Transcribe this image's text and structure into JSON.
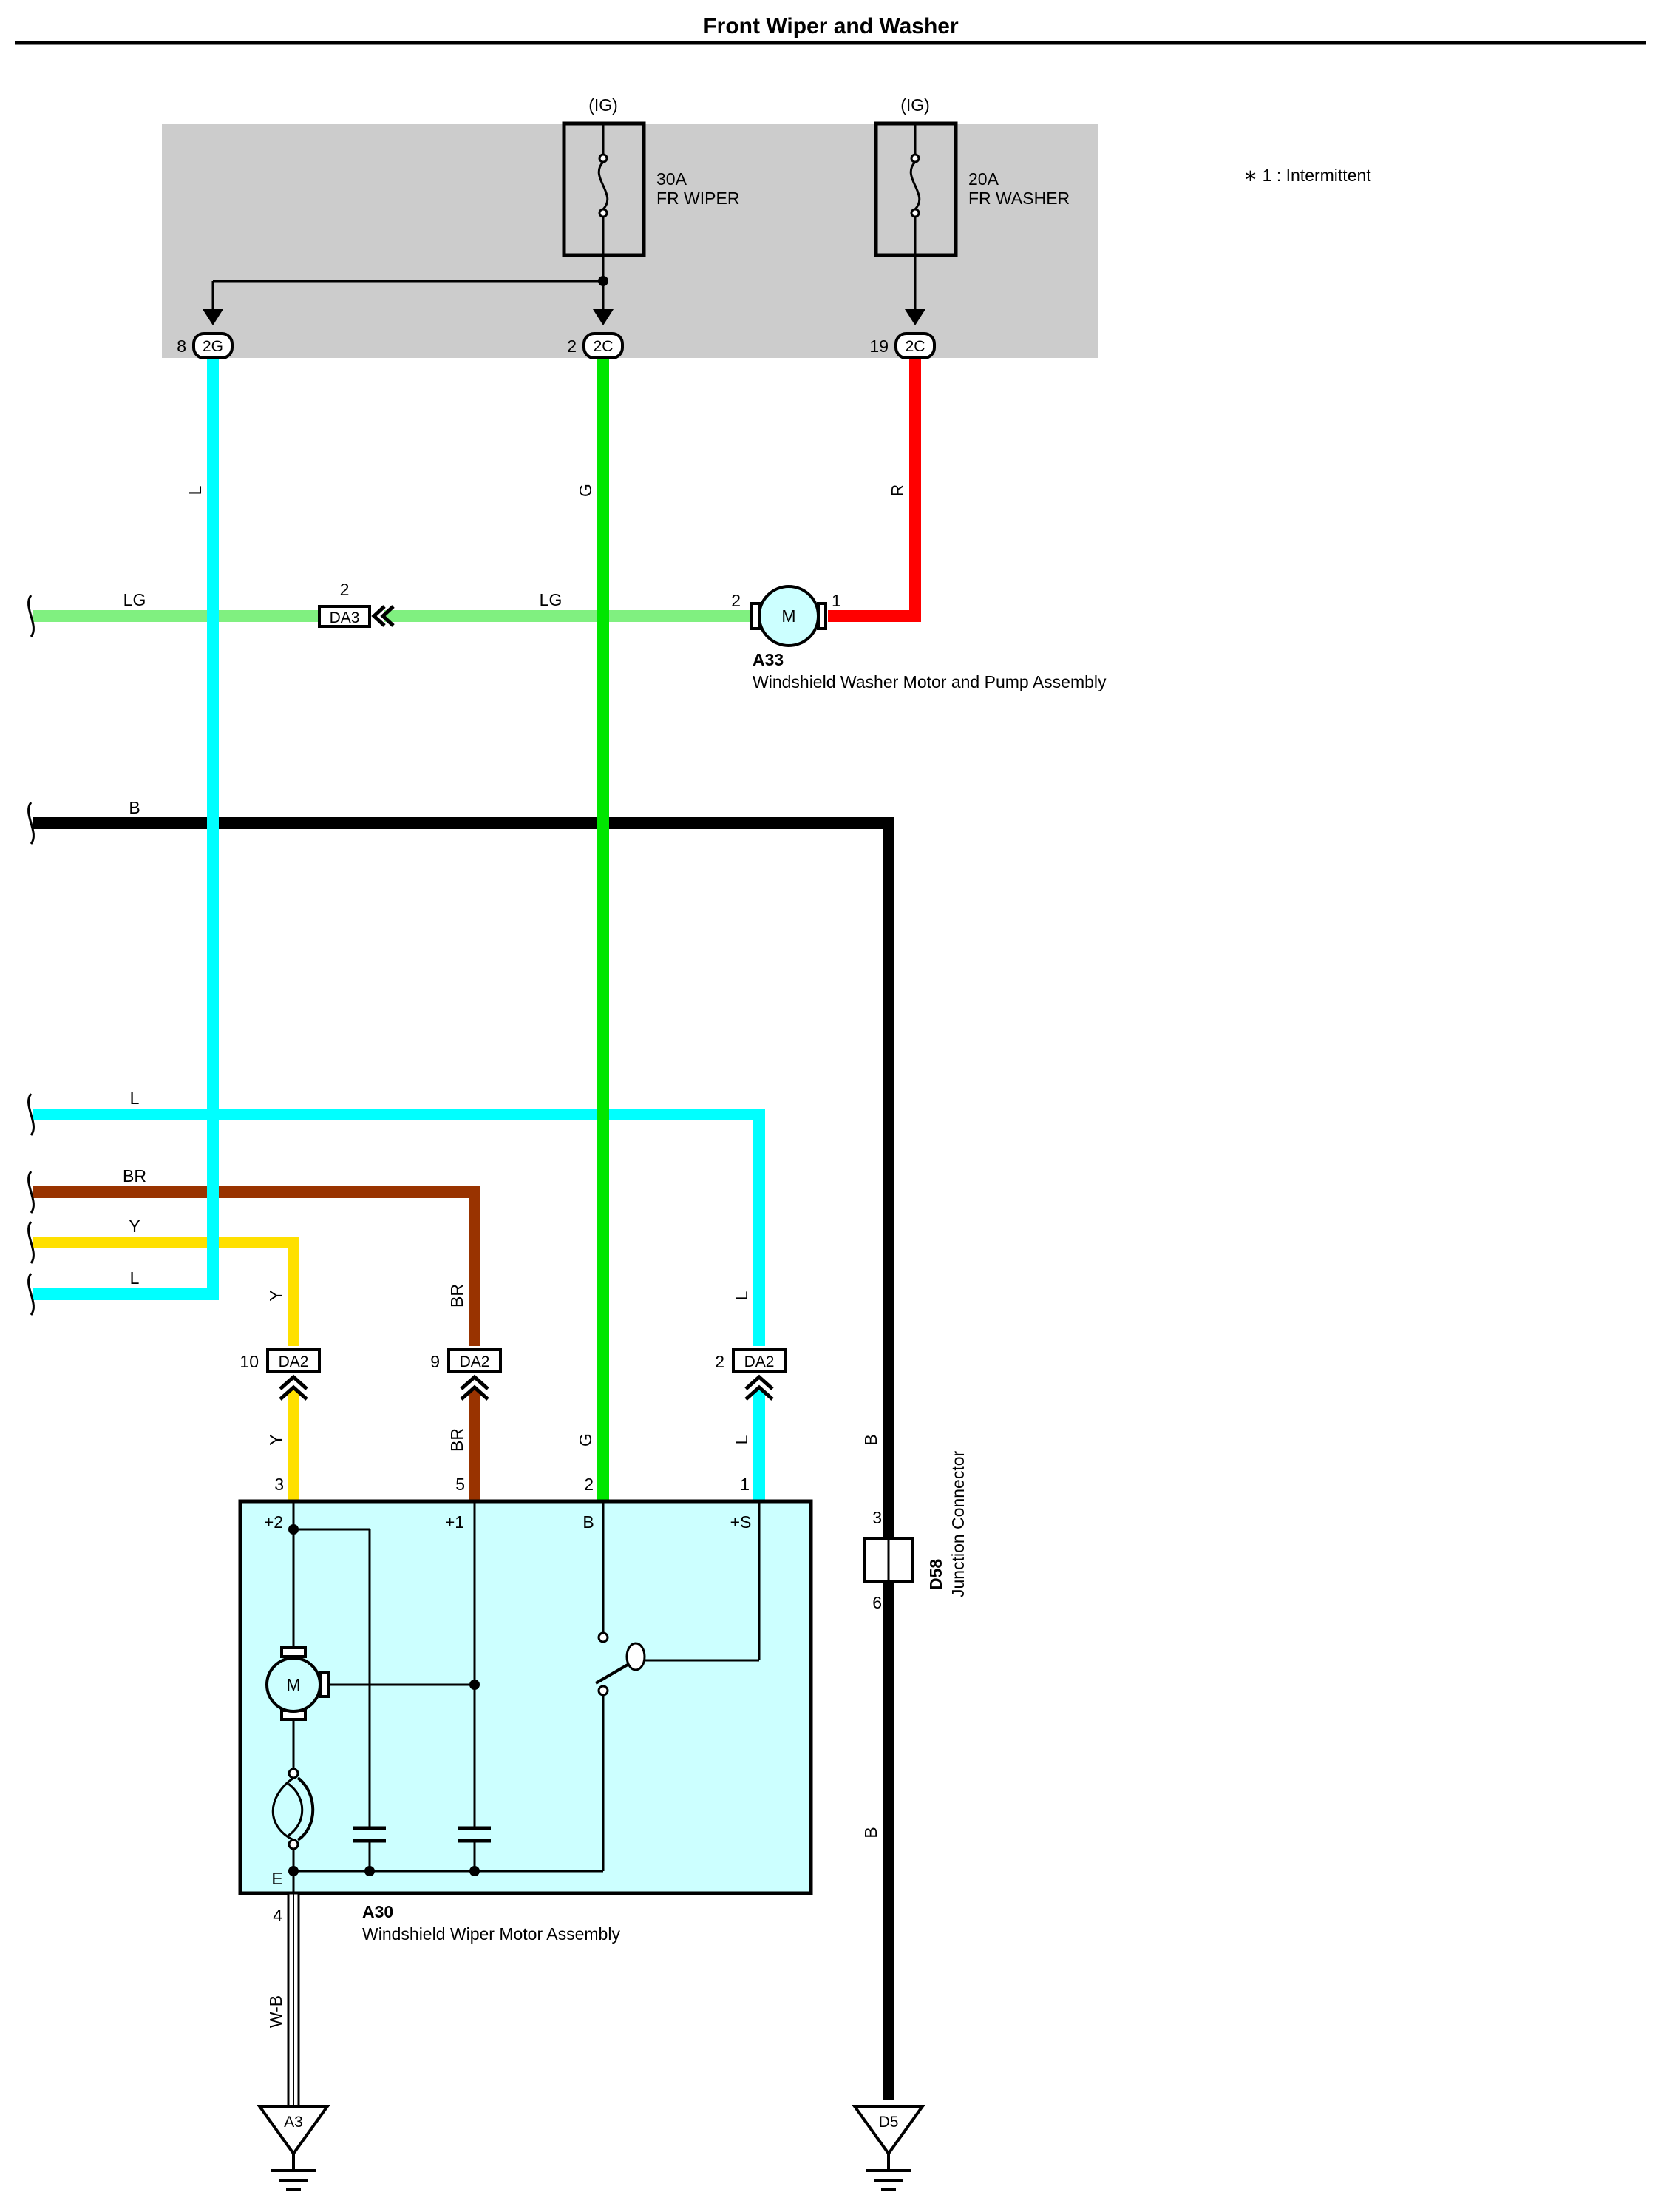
{
  "title": "Front Wiper and Washer",
  "note": "∗ 1 : Intermittent",
  "fuses": [
    {
      "source": "(IG)",
      "rating": "30A",
      "name": "FR WIPER"
    },
    {
      "source": "(IG)",
      "rating": "20A",
      "name": "FR WASHER"
    }
  ],
  "relay_box_connectors": [
    {
      "pin": "8",
      "connector": "2G",
      "wire": "L"
    },
    {
      "pin": "2",
      "connector": "2C",
      "wire": "G"
    },
    {
      "pin": "19",
      "connector": "2C",
      "wire": "R"
    }
  ],
  "washer_motor": {
    "code": "A33",
    "name": "Windshield Washer Motor and Pump Assembly",
    "symbol": "M",
    "pins": [
      "2",
      "1"
    ],
    "input_wire": "LG",
    "input_connector": {
      "code": "DA3",
      "pin": "2"
    },
    "left_wire": "LG"
  },
  "harness_wires": [
    "B",
    "L",
    "BR",
    "Y",
    "L"
  ],
  "da2_connectors": [
    {
      "pin": "10",
      "code": "DA2",
      "wire": "Y"
    },
    {
      "pin": "9",
      "code": "DA2",
      "wire": "BR"
    },
    {
      "pin": "2",
      "code": "DA2",
      "wire": "L"
    }
  ],
  "wiper_motor": {
    "code": "A30",
    "name": "Windshield Wiper Motor Assembly",
    "symbol": "M",
    "pin_numbers": [
      "3",
      "5",
      "2",
      "1"
    ],
    "terminals": [
      "+2",
      "+1",
      "B",
      "+S"
    ],
    "lower_wires": [
      "Y",
      "BR",
      "G",
      "L"
    ],
    "ground_terminal": "E",
    "ground_pin": "4",
    "ground_wire": "W-B",
    "ground_point": "A3"
  },
  "junction": {
    "code": "D58",
    "name": "Junction Connector",
    "pins": [
      "3",
      "6"
    ],
    "wire": "B",
    "ground_point": "D5"
  },
  "colors": {
    "light_blue": "#00ffff",
    "green": "#00e600",
    "red": "#ff0000",
    "light_green": "#80f080",
    "black": "#000000",
    "brown": "#993300",
    "yellow": "#ffe000",
    "relay_box": "#cccccc",
    "motor_box": "#ccffff"
  }
}
